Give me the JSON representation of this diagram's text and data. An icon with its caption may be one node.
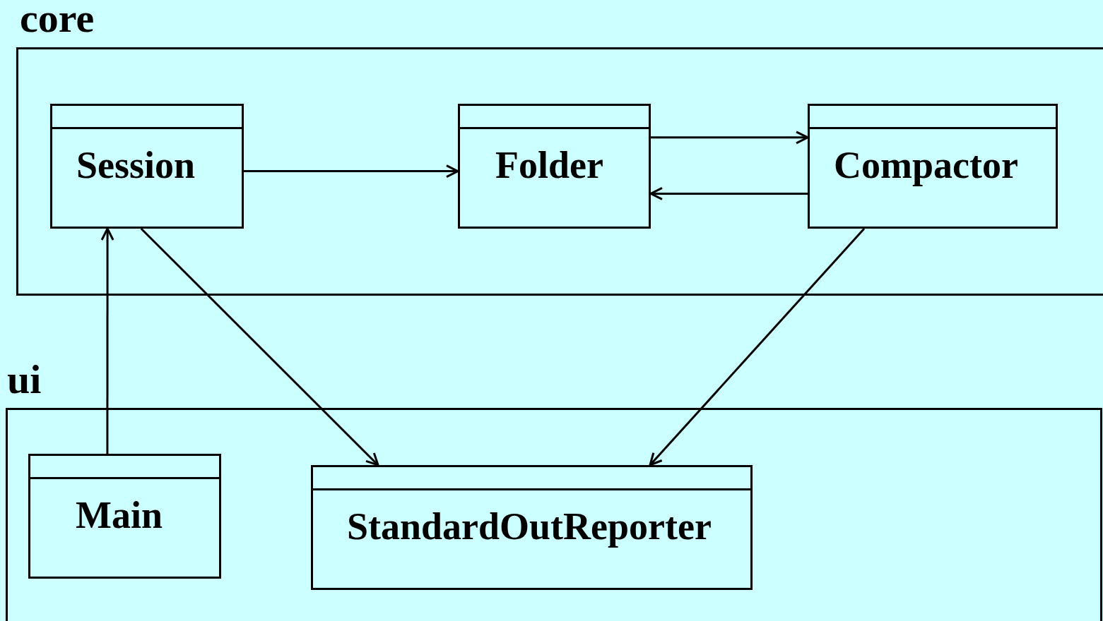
{
  "diagram": {
    "nodes": [
      {
        "text": [
          "core"
        ]
      },
      {
        "text": [
          "Session"
        ],
        "in": 0
      },
      {
        "text": [
          "Folder"
        ],
        "in": 0
      },
      {
        "text": [
          "Compactor"
        ],
        "in": 0
      },
      {
        "text": [
          "ui"
        ]
      },
      {
        "text": [
          "Main"
        ],
        "in": 4
      },
      {
        "text": [
          "StandardOutReporter"
        ],
        "in": 4
      }
    ],
    "edges": [
      {
        "from": 1,
        "to": 2,
        "arrow": "to"
      },
      {
        "from": 2,
        "to": 3,
        "arrow": "to"
      },
      {
        "from": 3,
        "to": 2,
        "arrow": "to"
      },
      {
        "from": 5,
        "to": 1,
        "arrow": "to"
      },
      {
        "from": 1,
        "to": 6,
        "arrow": "to"
      },
      {
        "from": 3,
        "to": 6,
        "arrow": "to"
      }
    ]
  }
}
